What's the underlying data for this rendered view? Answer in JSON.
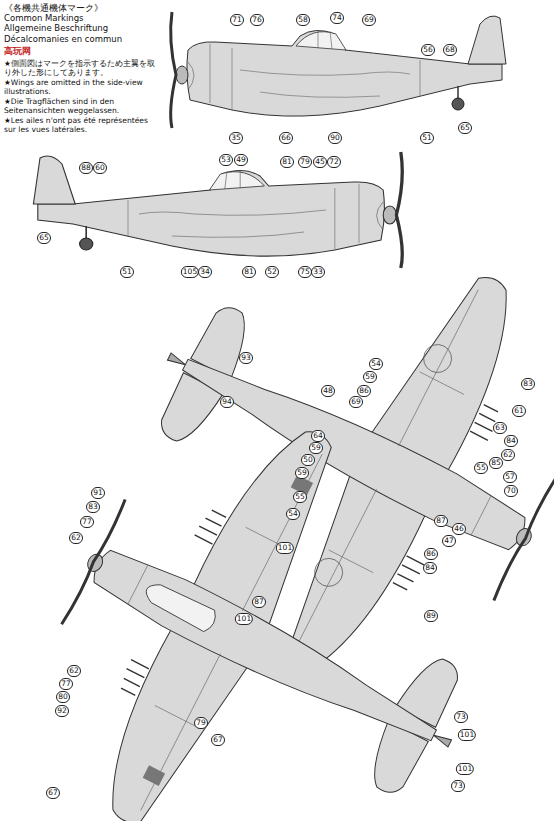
{
  "diagram": {
    "labels": [
      "《各機共通機体マーク》",
      "Common Markings",
      "Allgemeine Beschriftung",
      "Décalcomanies en commun",
      "高玩网",
      "★側面図はマークを指示するため主翼を取り外した形にしてあります。",
      "★Wings are omitted in the side-view illustrations.",
      "★Die Tragflächen sind in den Seitenansichten weggelassen.",
      "★Les ailes n'ont pas été représentées sur les vues latérales.",
      "71",
      "76",
      "58",
      "74",
      "69",
      "56",
      "68",
      "35",
      "66",
      "90",
      "51",
      "65",
      "53",
      "49",
      "81",
      "79",
      "45",
      "72",
      "88",
      "60",
      "65",
      "51",
      "105",
      "34",
      "81",
      "52",
      "75",
      "33",
      "93",
      "94",
      "54",
      "59",
      "86",
      "48",
      "69",
      "83",
      "61",
      "63",
      "84",
      "62",
      "85",
      "55",
      "57",
      "70",
      "64",
      "59",
      "50",
      "59",
      "55",
      "54",
      "87",
      "46",
      "47",
      "86",
      "84",
      "89",
      "91",
      "83",
      "77",
      "62",
      "101",
      "87",
      "101",
      "62",
      "77",
      "80",
      "92",
      "79",
      "67",
      "73",
      "101",
      "101",
      "73",
      "67"
    ]
  }
}
